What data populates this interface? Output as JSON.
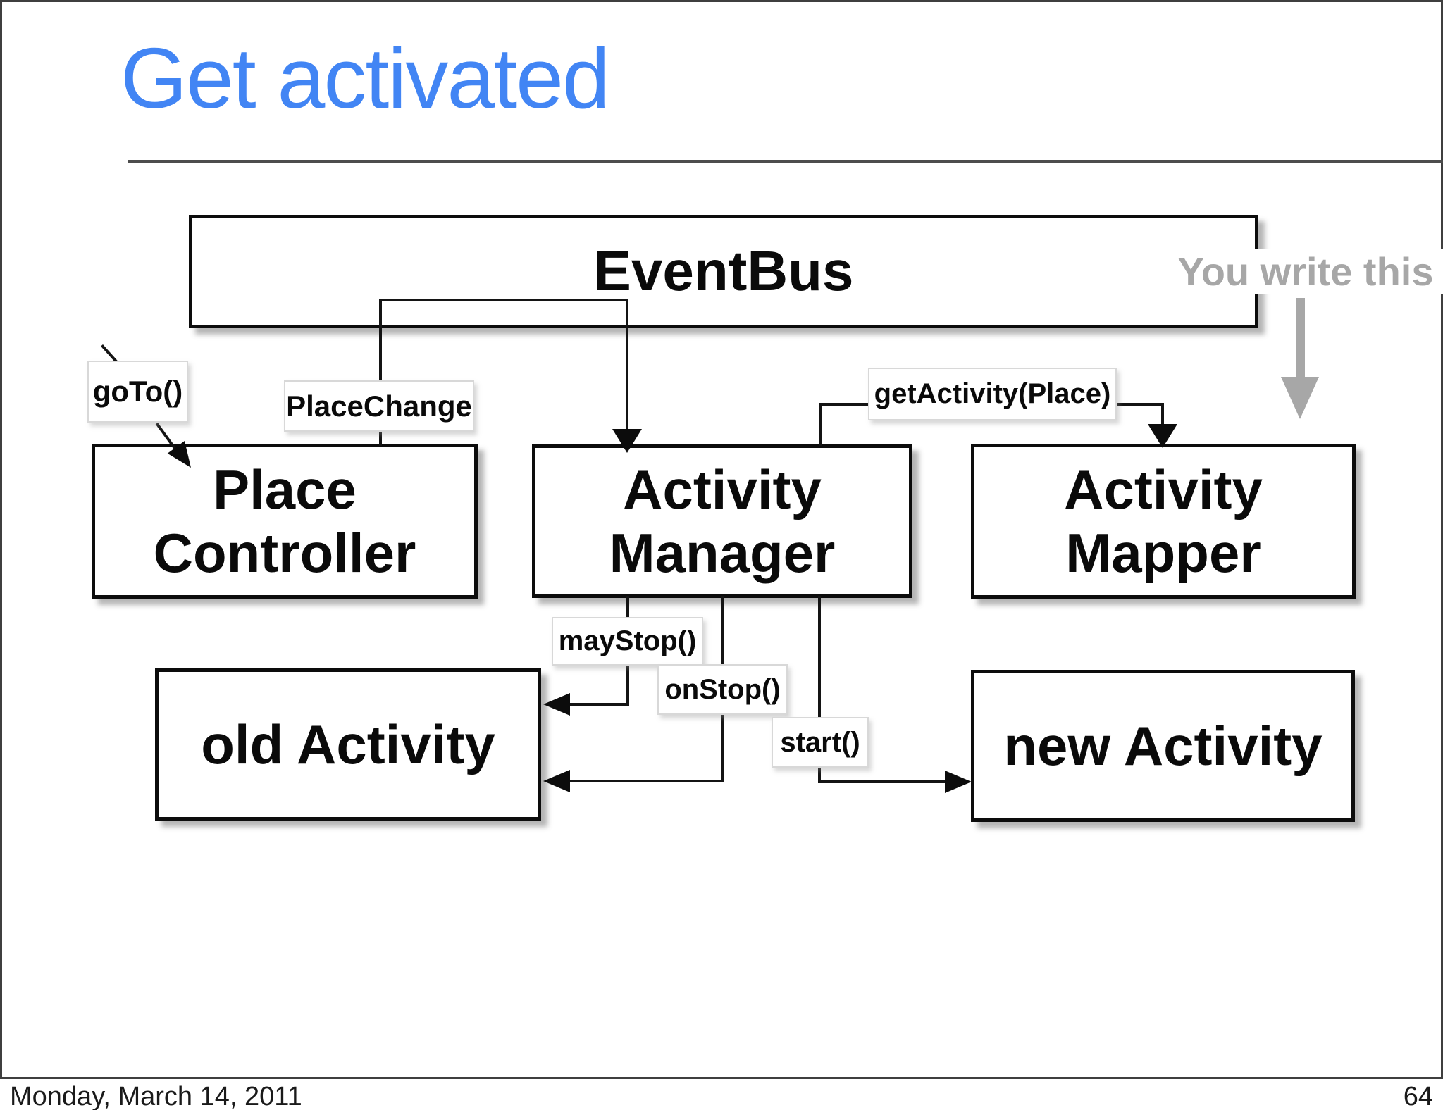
{
  "title": "Get activated",
  "annotation": {
    "text": "You write this"
  },
  "diagram": {
    "event_bus": "EventBus",
    "place_controller_line1": "Place",
    "place_controller_line2": "Controller",
    "activity_manager_line1": "Activity",
    "activity_manager_line2": "Manager",
    "activity_mapper_line1": "Activity",
    "activity_mapper_line2": "Mapper",
    "old_activity": "old Activity",
    "new_activity": "new Activity",
    "labels": {
      "goto": "goTo()",
      "place_change": "PlaceChange",
      "get_activity": "getActivity(Place)",
      "may_stop": "mayStop()",
      "on_stop": "onStop()",
      "start": "start()"
    }
  },
  "footer": {
    "date": "Monday, March 14, 2011",
    "page_number": "64"
  },
  "colors": {
    "title_blue": "#4285f4",
    "annotation_gray": "#a7a7a7",
    "line_black": "#141414",
    "divider_gray": "#4d4d4d"
  }
}
